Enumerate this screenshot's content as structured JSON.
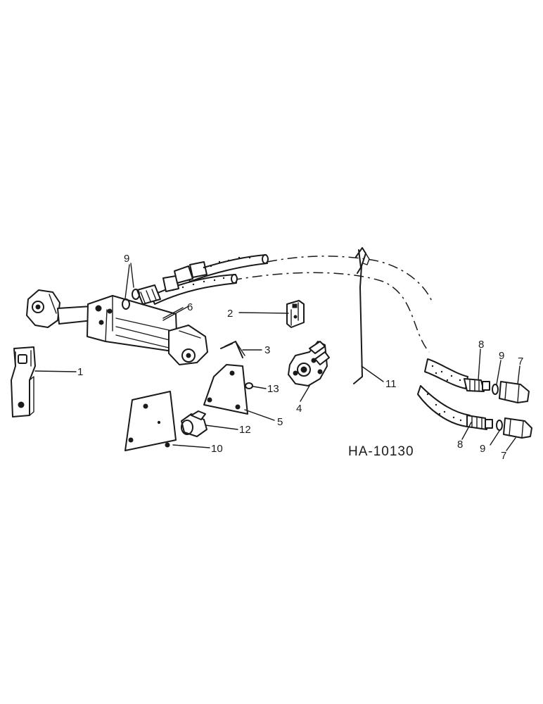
{
  "drawing_code": "HA-10130",
  "callouts": {
    "c1": "1",
    "c2": "2",
    "c3": "3",
    "c4": "4",
    "c5": "5",
    "c6": "6",
    "c7a": "7",
    "c7b": "7",
    "c8a": "8",
    "c8b": "8",
    "c9a": "9",
    "c9b": "9",
    "c9c": "9",
    "c10": "10",
    "c11": "11",
    "c12": "12",
    "c13": "13"
  }
}
